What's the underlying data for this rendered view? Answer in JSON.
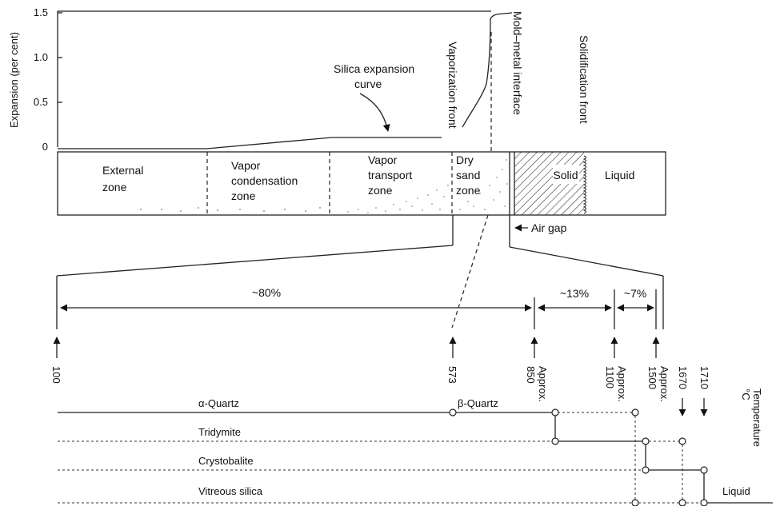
{
  "expansion_axis": {
    "label": "Expansion (per cent)",
    "ticks": [
      "1.5",
      "1.0",
      "0.5",
      "0"
    ]
  },
  "annotations": {
    "silica_curve_line1": "Silica expansion",
    "silica_curve_line2": "curve",
    "vaporization_front": "Vaporization front",
    "mold_metal_interface": "Mold–metal interface",
    "solidification_front": "Solidification front",
    "air_gap": "Air gap"
  },
  "zones": {
    "external": [
      "External",
      "zone"
    ],
    "vapor_condensation": [
      "Vapor",
      "condensation",
      "zone"
    ],
    "vapor_transport": [
      "Vapor",
      "transport",
      "zone"
    ],
    "dry_sand": [
      "Dry",
      "sand",
      "zone"
    ],
    "solid": "Solid",
    "liquid": "Liquid"
  },
  "percentages": {
    "p80": "~80%",
    "p13": "~13%",
    "p7": "~7%"
  },
  "temperatures": {
    "label": "Temperature",
    "unit": "°C",
    "t100": "100",
    "t573": "573",
    "t850_a": "Approx.",
    "t850_b": "850",
    "t1100_a": "Approx.",
    "t1100_b": "1100",
    "t1500_a": "Approx.",
    "t1500_b": "1500",
    "t1670": "1670",
    "t1710": "1710"
  },
  "phases": {
    "alpha_quartz": "α-Quartz",
    "beta_quartz": "β-Quartz",
    "tridymite": "Tridymite",
    "crystobalite": "Crystobalite",
    "vitreous": "Vitreous silica",
    "liquid": "Liquid"
  }
}
